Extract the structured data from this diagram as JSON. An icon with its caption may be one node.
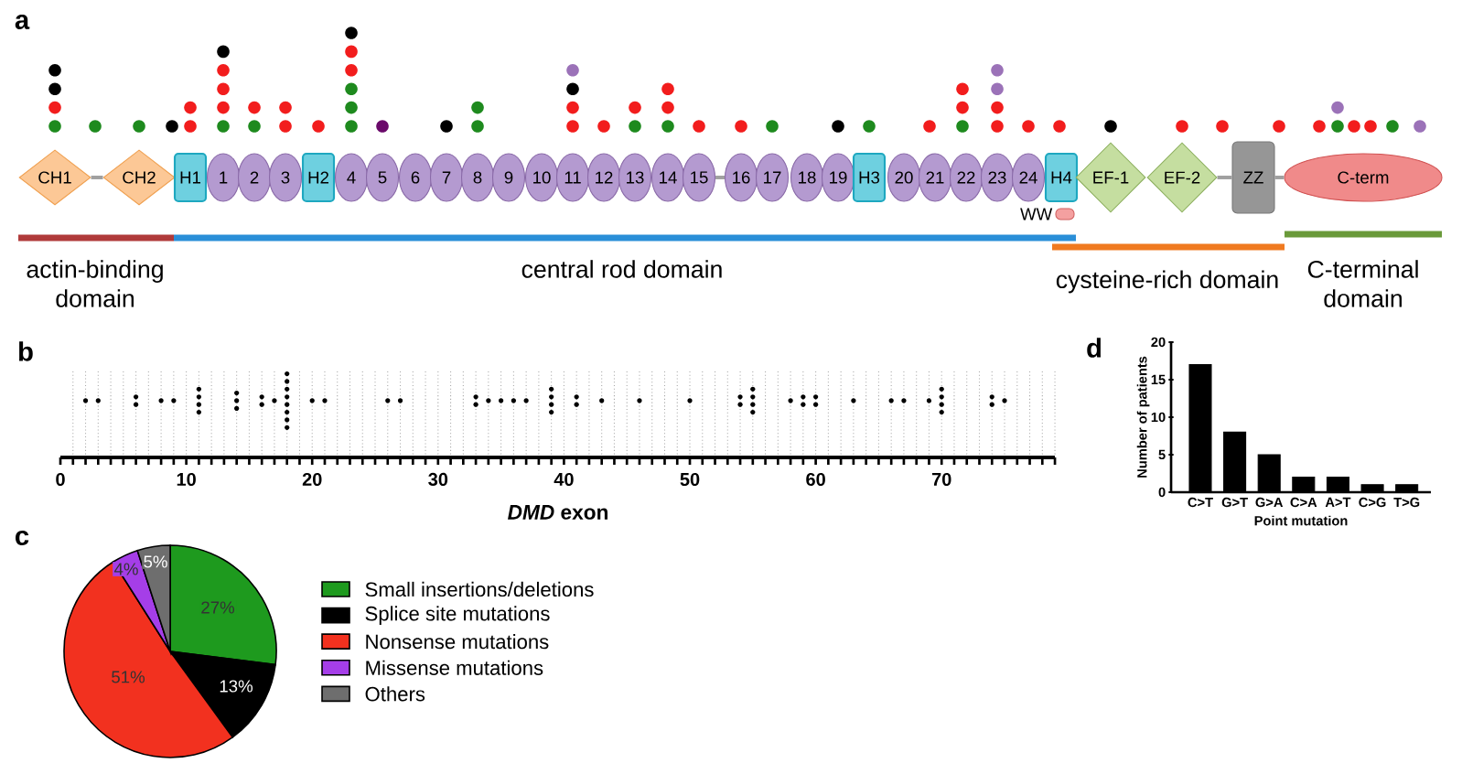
{
  "diagram": {
    "nodes": [
      {
        "text": [
          "CH1"
        ]
      },
      {
        "text": [
          "CH2"
        ]
      },
      {
        "text": [
          "H1"
        ]
      },
      {
        "text": [
          "1"
        ]
      },
      {
        "text": [
          "2"
        ]
      },
      {
        "text": [
          "3"
        ]
      },
      {
        "text": [
          "H2"
        ]
      },
      {
        "text": [
          "4"
        ]
      },
      {
        "text": [
          "5"
        ]
      },
      {
        "text": [
          "6"
        ]
      },
      {
        "text": [
          "7"
        ]
      },
      {
        "text": [
          "8"
        ]
      },
      {
        "text": [
          "9"
        ]
      },
      {
        "text": [
          "10"
        ]
      },
      {
        "text": [
          "11"
        ]
      },
      {
        "text": [
          "12"
        ]
      },
      {
        "text": [
          "13"
        ]
      },
      {
        "text": [
          "14"
        ]
      },
      {
        "text": [
          "15"
        ]
      },
      {
        "text": [
          "16"
        ]
      },
      {
        "text": [
          "17"
        ]
      },
      {
        "text": [
          "18"
        ]
      },
      {
        "text": [
          "19"
        ]
      },
      {
        "text": [
          "H3"
        ]
      },
      {
        "text": [
          "20"
        ]
      },
      {
        "text": [
          "21"
        ]
      },
      {
        "text": [
          "22"
        ]
      },
      {
        "text": [
          "23"
        ]
      },
      {
        "text": [
          "24"
        ]
      },
      {
        "text": [
          "H4"
        ]
      },
      {
        "text": [
          "WW"
        ]
      },
      {
        "text": [
          "EF-1"
        ]
      },
      {
        "text": [
          "EF-2"
        ]
      },
      {
        "text": [
          "ZZ"
        ]
      },
      {
        "text": [
          "C-term"
        ]
      }
    ],
    "edges": [
      {
        "from": 0,
        "to": 1,
        "arrow": "none"
      },
      {
        "from": 18,
        "to": 19,
        "arrow": "none"
      },
      {
        "from": 32,
        "to": 33,
        "arrow": "none"
      },
      {
        "from": 33,
        "to": 34,
        "arrow": "none"
      }
    ],
    "labels": [
      "a",
      "actin-binding domain",
      "central rod domain",
      "cysteine-rich domain",
      "C-terminal domain",
      "b",
      "d",
      "0",
      "10",
      "20",
      "30",
      "40",
      "50",
      "60",
      "70",
      "*DMD* exon",
      "c",
      "5%",
      "4%",
      "27%",
      "51%",
      "13%"
    ],
    "legend": [
      {
        "text": "Small insertions/deletions",
        "color": "#1e9a1e"
      },
      {
        "text": "Splice site mutations",
        "color": "#000000"
      },
      {
        "text": "Nonsense mutations",
        "color": "#f2311f"
      },
      {
        "text": "Missense mutations",
        "color": "#a53ee8"
      },
      {
        "text": "Others",
        "color": "#6e6e6e"
      }
    ],
    "chart_data": {
      "type": "bar",
      "xlabel": "Point mutation",
      "ylabel": "Number of patients",
      "categories": [
        "C>T",
        "G>T",
        "G>A",
        "C>A",
        "A>T",
        "C>G",
        "T>G"
      ],
      "values": [
        17,
        8,
        5,
        2,
        2,
        1,
        1
      ],
      "ylim": [
        0,
        20
      ],
      "yticks": [
        0,
        5,
        10,
        15,
        20
      ]
    }
  }
}
